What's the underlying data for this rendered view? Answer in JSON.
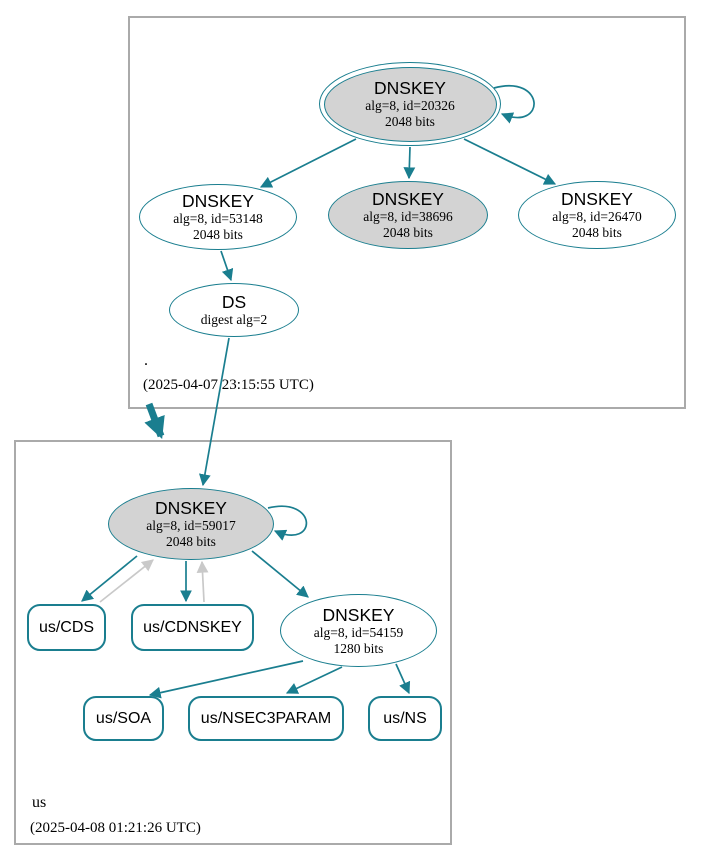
{
  "colors": {
    "edge_teal": "#1a7e8f",
    "edge_gray": "#c9c9c9",
    "node_fill_gray": "#d3d3d3",
    "node_fill_white": "#ffffff",
    "zone_box_border": "#aaaaaa"
  },
  "root_zone": {
    "label": ".",
    "timestamp": "(2025-04-07 23:15:55 UTC)",
    "ksk": {
      "title": "DNSKEY",
      "detail1": "alg=8, id=20326",
      "detail2": "2048 bits"
    },
    "zsk_left": {
      "title": "DNSKEY",
      "detail1": "alg=8, id=53148",
      "detail2": "2048 bits"
    },
    "zsk_mid": {
      "title": "DNSKEY",
      "detail1": "alg=8, id=38696",
      "detail2": "2048 bits"
    },
    "zsk_right": {
      "title": "DNSKEY",
      "detail1": "alg=8, id=26470",
      "detail2": "2048 bits"
    },
    "ds": {
      "title": "DS",
      "detail1": "digest alg=2"
    }
  },
  "us_zone": {
    "label": "us",
    "timestamp": "(2025-04-08 01:21:26 UTC)",
    "ksk": {
      "title": "DNSKEY",
      "detail1": "alg=8, id=59017",
      "detail2": "2048 bits"
    },
    "zsk": {
      "title": "DNSKEY",
      "detail1": "alg=8, id=54159",
      "detail2": "1280 bits"
    },
    "rrsets": {
      "cds": "us/CDS",
      "cdnskey": "us/CDNSKEY",
      "soa": "us/SOA",
      "nsec3param": "us/NSEC3PARAM",
      "ns": "us/NS"
    }
  }
}
